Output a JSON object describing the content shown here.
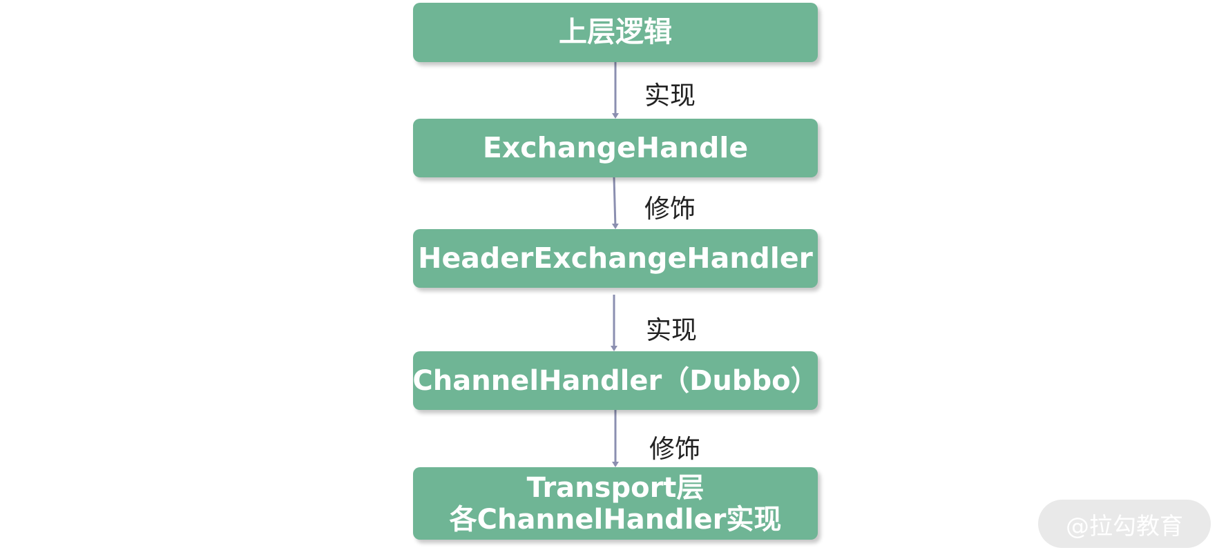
{
  "nodes": {
    "upper_logic": "上层逻辑",
    "exchange_handle": "ExchangeHandle",
    "header_exchange_handler": "HeaderExchangeHandler",
    "channel_handler_dubbo": "ChannelHandler（Dubbo）",
    "transport_line1": "Transport层",
    "transport_line2": "各ChannelHandler实现"
  },
  "edges": {
    "e1_label": "实现",
    "e2_label": "修饰",
    "e3_label": "实现",
    "e4_label": "修饰"
  },
  "watermark": "@拉勾教育",
  "colors": {
    "box_fill": "#6fb595",
    "arrow": "#8b8fb0",
    "label_text": "#222222"
  }
}
